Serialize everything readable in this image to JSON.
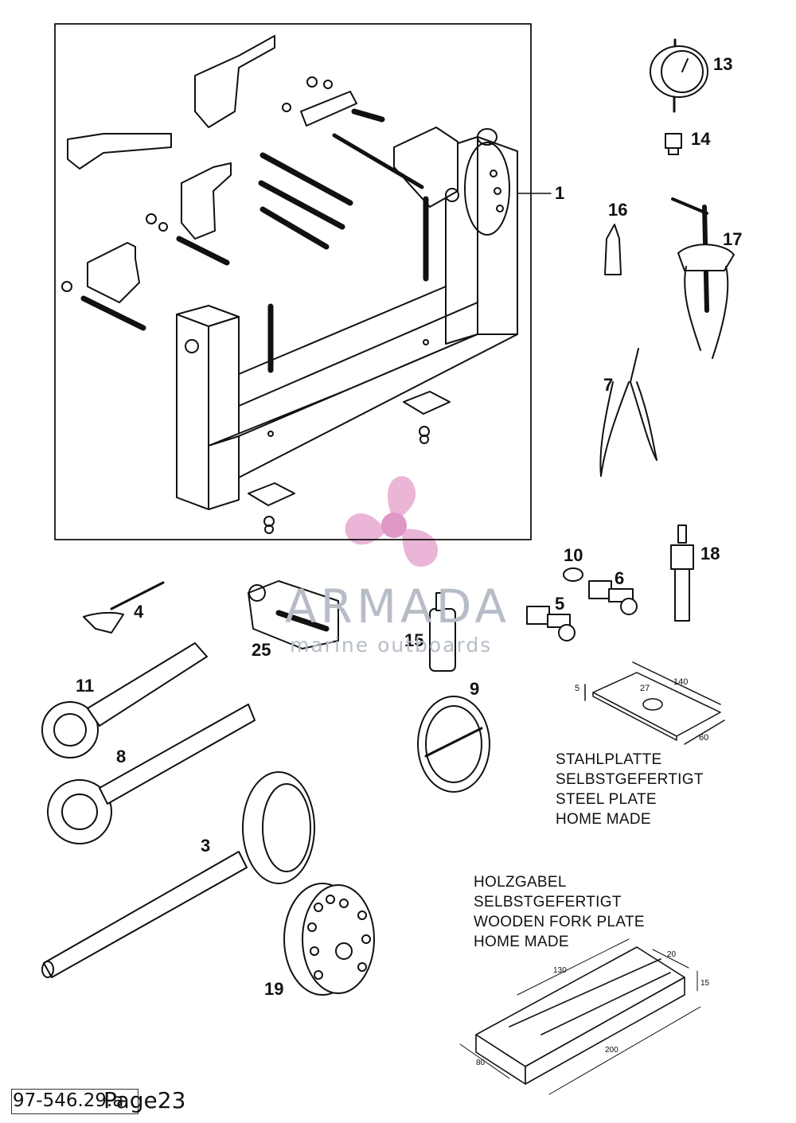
{
  "callouts": {
    "c1": "1",
    "c3": "3",
    "c4": "4",
    "c5": "5",
    "c6": "6",
    "c7": "7",
    "c8": "8",
    "c9": "9",
    "c10": "10",
    "c11": "11",
    "c13": "13",
    "c14": "14",
    "c15": "15",
    "c16": "16",
    "c17": "17",
    "c18": "18",
    "c19": "19",
    "c25": "25"
  },
  "steel_plate_note": {
    "line1": "STAHLPLATTE",
    "line2": "SELBSTGEFERTIGT",
    "line3": "STEEL PLATE",
    "line4": "HOME MADE",
    "dims": {
      "thickness": "5",
      "hole": "27",
      "length": "140",
      "width": "60"
    }
  },
  "wooden_fork_note": {
    "line1": "HOLZGABEL",
    "line2": "SELBSTGEFERTIGT",
    "line3": "WOODEN FORK PLATE",
    "line4": "HOME MADE",
    "dims": {
      "slot": "130",
      "arm": "20",
      "height": "15",
      "length": "200",
      "width": "80"
    }
  },
  "watermark": {
    "title": "ARMADA",
    "subtitle": "marine outboards",
    "logo_color": "#e7a9cf"
  },
  "footer": {
    "code": "97-546.29.a",
    "page": "Page23"
  }
}
